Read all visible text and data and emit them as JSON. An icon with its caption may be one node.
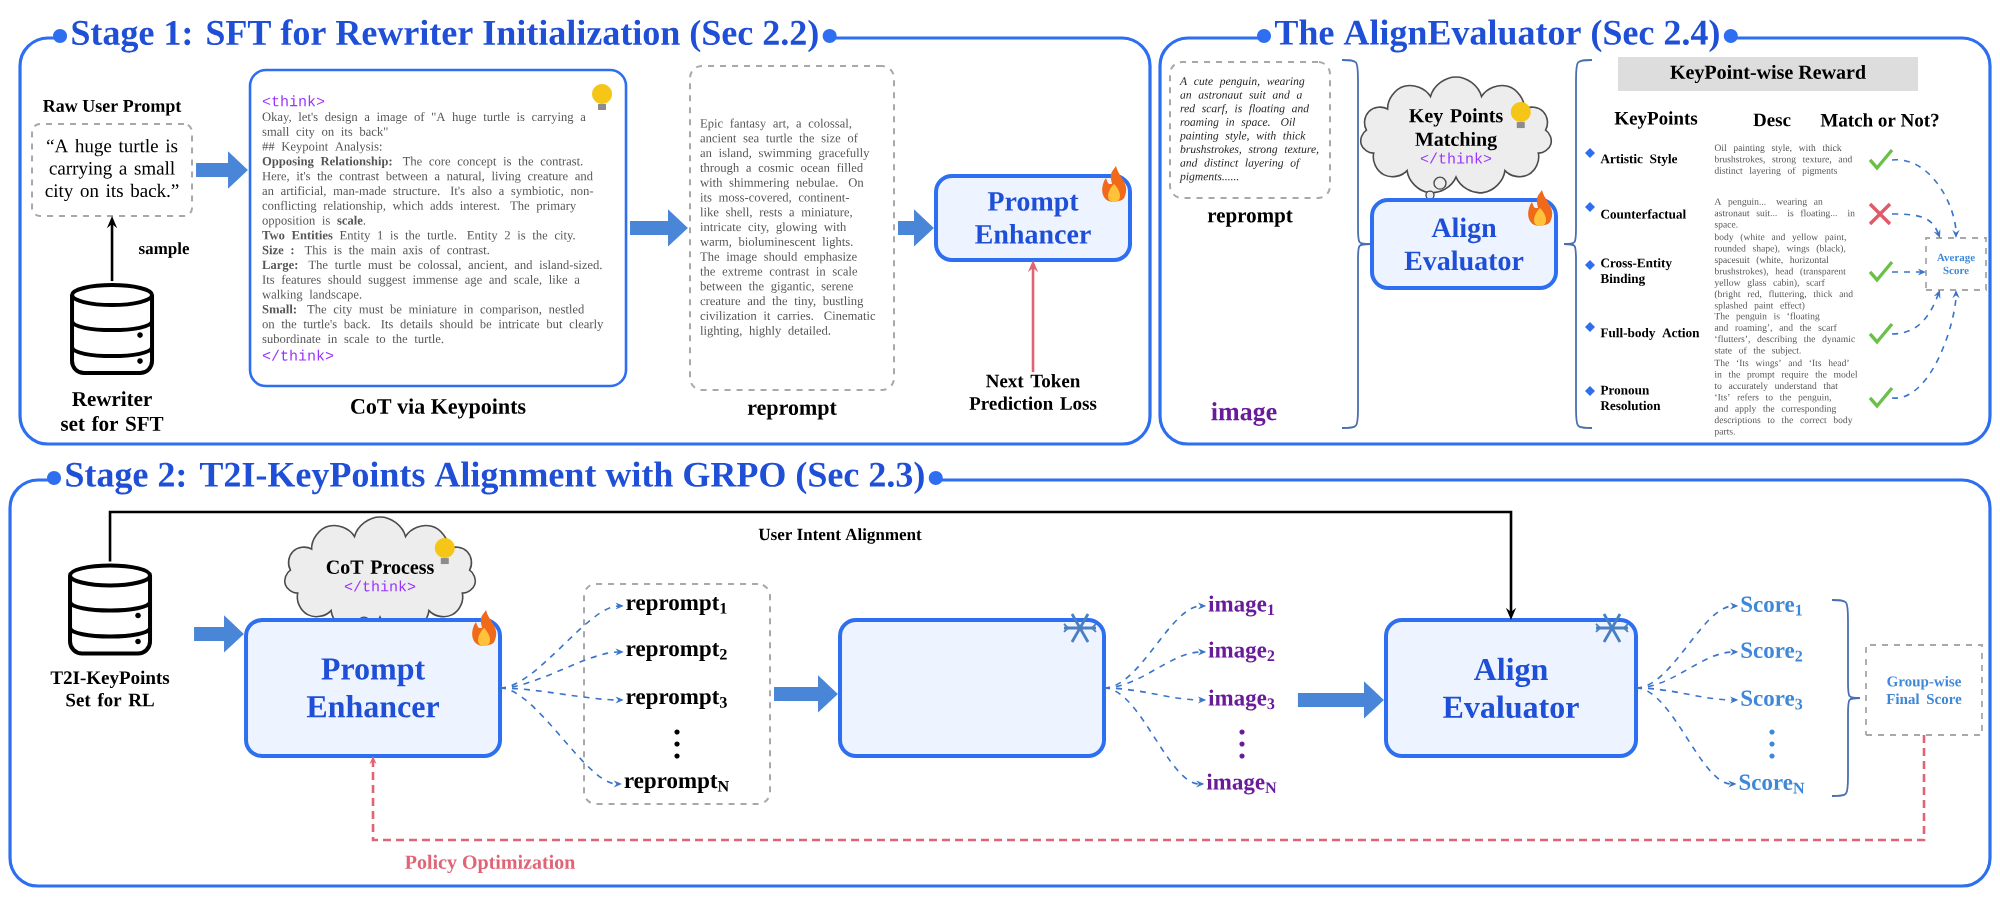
{
  "diagram": {
    "nodes": [
      {
        "text": [
          "Stage 1: SFT for Rewriter Initialization (Sec 2.2)"
        ]
      },
      {
        "text": [
          "Raw User Prompt",
          "“A huge turtle is carrying a small city on its back.”"
        ],
        "in": 0
      },
      {
        "text": [
          "Rewriter set for SFT"
        ],
        "in": 0
      },
      {
        "text": [
          "<think>",
          "Okay, let's design a image of \"A huge turtle is carrying a small city on its back\"",
          "## Keypoint Analysis:",
          "**Opposing Relationship:** The core concept is the contrast. Here, it's the contrast between a natural, living creature and an artificial, man-made structure. It's also a symbiotic, non-conflicting relationship, which adds interest. The primary opposition is **scale**.",
          "**Two Entities** Entity 1 is the turtle. Entity 2 is the city.",
          "**Size :** This is the main axis of contrast.",
          "**Large:** The turtle must be colossal, ancient, and island-sized. Its features should suggest immense age and scale, like a walking landscape.",
          "**Small:** The city must be miniature in comparison, nestled on the turtle's back. Its details should be intricate but clearly subordinate in scale to the turtle.",
          "</think>"
        ],
        "beside": [
          "CoT via Keypoints"
        ],
        "in": 0
      },
      {
        "text": [
          "Epic fantasy art, a colossal, ancient sea turtle the size of an island, swimming gracefully through a cosmic ocean filled with shimmering nebulae. On its moss-covered, continent-like shell, rests a miniature, intricate city, glowing with warm, bioluminescent lights. The image should emphasize the extreme contrast in scale between the gigantic, serene creature and the tiny, bustling civilization it carries. Cinematic lighting, highly detailed."
        ],
        "beside": [
          "reprompt"
        ],
        "in": 0
      },
      {
        "text": [
          "Prompt Enhancer"
        ],
        "in": 0
      },
      {
        "text": [
          "Next Token Prediction Loss"
        ],
        "in": 0
      },
      {
        "text": [
          "The AlignEvaluator (Sec 2.4)"
        ]
      },
      {
        "text": [
          "A cute penguin, wearing an astronaut suit and a red scarf, is floating and roaming in space. Oil painting style, with thick brushstrokes, strong texture, and distinct layering of pigments......"
        ],
        "beside": [
          "reprompt"
        ],
        "in": 7
      },
      {
        "text": [
          "Key Points Matching",
          "</think>"
        ],
        "in": 7
      },
      {
        "text": [
          "Align Evaluator"
        ],
        "in": 7
      },
      {
        "text": [
          "KeyPoint-wise Reward"
        ],
        "in": 7
      },
      {
        "text": [],
        "shape": "check",
        "in": 7
      },
      {
        "text": [],
        "shape": "cross",
        "in": 7
      },
      {
        "text": [],
        "shape": "check",
        "in": 7
      },
      {
        "text": [],
        "shape": "check",
        "in": 7
      },
      {
        "text": [],
        "shape": "check",
        "in": 7
      },
      {
        "text": [
          "Average Score"
        ],
        "in": 7
      },
      {
        "text": [
          "Stage 2: T2I-KeyPoints Alignment with GRPO (Sec 2.3)"
        ]
      },
      {
        "text": [
          "T2I-KeyPoints Set for RL"
        ],
        "in": 18
      },
      {
        "text": [
          "CoT Process",
          "</think>"
        ],
        "in": 18
      },
      {
        "text": [
          "Prompt Enhancer"
        ],
        "in": 18
      },
      {
        "text": [],
        "shape": "box",
        "in": 18
      },
      {
        "text": [
          "reprompt$_{1}$"
        ],
        "in": 22
      },
      {
        "text": [
          "reprompt$_{2}$"
        ],
        "in": 22
      },
      {
        "text": [
          "reprompt$_{3}$"
        ],
        "in": 22
      },
      {
        "text": [
          "reprompt$_{N}$"
        ],
        "in": 22
      },
      {
        "text": [],
        "shape": "box",
        "in": 18
      },
      {
        "text": [
          "image$_{1}$"
        ],
        "in": 18
      },
      {
        "text": [
          "image$_{2}$"
        ],
        "in": 18
      },
      {
        "text": [
          "image$_{3}$"
        ],
        "in": 18
      },
      {
        "text": [
          "image$_{N}$"
        ],
        "in": 18
      },
      {
        "text": [
          "Align Evaluator"
        ],
        "in": 18
      },
      {
        "text": [
          "Score$_{1}$"
        ],
        "in": 18
      },
      {
        "text": [
          "Score$_{2}$"
        ],
        "in": 18
      },
      {
        "text": [
          "Score$_{3}$"
        ],
        "in": 18
      },
      {
        "text": [
          "Score$_{N}$"
        ],
        "in": 18
      },
      {
        "text": [
          "Group-wise Final Score"
        ],
        "in": 18
      }
    ],
    "edges": [
      {
        "from": 2,
        "to": 1,
        "arrow": "to",
        "label": "sample",
        "color": "#000000"
      },
      {
        "from": 1,
        "to": 3,
        "arrow": "to",
        "style": "thick",
        "color": "#4a86d8"
      },
      {
        "from": 3,
        "to": 4,
        "arrow": "to",
        "style": "thick",
        "color": "#4a86d8"
      },
      {
        "from": 4,
        "to": 5,
        "arrow": "to",
        "style": "thick",
        "color": "#4a86d8"
      },
      {
        "from": 6,
        "to": 5,
        "arrow": "to",
        "color": "#e06474"
      },
      {
        "from": 12,
        "to": 17,
        "arrow": "to",
        "style": "dashed",
        "color": "#3b74c8"
      },
      {
        "from": 13,
        "to": 17,
        "arrow": "to",
        "style": "dashed",
        "color": "#3b74c8"
      },
      {
        "from": 14,
        "to": 17,
        "arrow": "to",
        "style": "dashed",
        "color": "#3b74c8"
      },
      {
        "from": 15,
        "to": 17,
        "arrow": "to",
        "style": "dashed",
        "color": "#3b74c8"
      },
      {
        "from": 16,
        "to": 17,
        "arrow": "to",
        "style": "dashed",
        "color": "#3b74c8"
      },
      {
        "from": 19,
        "to": 21,
        "arrow": "to",
        "style": "thick",
        "color": "#4a86d8"
      },
      {
        "from": 21,
        "to": 23,
        "arrow": "to",
        "style": "dashed",
        "color": "#3b74c8"
      },
      {
        "from": 21,
        "to": 24,
        "arrow": "to",
        "style": "dashed",
        "color": "#3b74c8"
      },
      {
        "from": 21,
        "to": 25,
        "arrow": "to",
        "style": "dashed",
        "color": "#3b74c8"
      },
      {
        "from": 21,
        "to": 26,
        "arrow": "to",
        "style": "dashed",
        "color": "#3b74c8"
      },
      {
        "from": 22,
        "to": 27,
        "arrow": "to",
        "style": "thick",
        "color": "#4a86d8"
      },
      {
        "from": 27,
        "to": 28,
        "arrow": "to",
        "style": "dashed",
        "color": "#3b74c8"
      },
      {
        "from": 27,
        "to": 29,
        "arrow": "to",
        "style": "dashed",
        "color": "#3b74c8"
      },
      {
        "from": 27,
        "to": 30,
        "arrow": "to",
        "style": "dashed",
        "color": "#3b74c8"
      },
      {
        "from": 27,
        "to": 31,
        "arrow": "to",
        "style": "dashed",
        "color": "#3b74c8"
      },
      {
        "from": 30,
        "to": 32,
        "arrow": "to",
        "style": "thick",
        "color": "#4a86d8"
      },
      {
        "from": 32,
        "to": 33,
        "arrow": "to",
        "style": "dashed",
        "color": "#3b74c8"
      },
      {
        "from": 32,
        "to": 34,
        "arrow": "to",
        "style": "dashed",
        "color": "#3b74c8"
      },
      {
        "from": 32,
        "to": 35,
        "arrow": "to",
        "style": "dashed",
        "color": "#3b74c8"
      },
      {
        "from": 32,
        "to": 36,
        "arrow": "to",
        "style": "dashed",
        "color": "#3b74c8"
      },
      {
        "from": 19,
        "to": 32,
        "arrow": "to",
        "label": "User Intent Alignment",
        "color": "#000000"
      },
      {
        "from": 37,
        "to": 21,
        "arrow": "to",
        "style": "dashed",
        "color": "#e06474",
        "label": "Policy Optimization"
      }
    ],
    "labels": [
      "image",
      "KeyPoints",
      "Desc",
      "Match or Not?",
      "Artistic Style",
      "Oil painting style, with thick brushstrokes, strong texture, and distinct layering of pigments",
      "Counterfactual",
      "A penguin... wearing an astronaut suit... is floating... in space.",
      "Cross-Entity Binding",
      "body (white and yellow paint, rounded shape), wings (black), spacesuit (white, horizontal brushstrokes), head (transparent yellow glass cabin), scarf (bright red, fluttering, thick and splashed paint effect)",
      "Full-body Action",
      "The penguin is ‘floating and roaming’, and the scarf ‘flutters’, describing the dynamic state of the subject.",
      "Pronoun Resolution",
      "The ‘Its wings’ and ‘Its head’ in the prompt require the model to accurately understand that ‘Its’ refers to the penguin, and apply the corresponding descriptions to the correct body parts."
    ]
  }
}
